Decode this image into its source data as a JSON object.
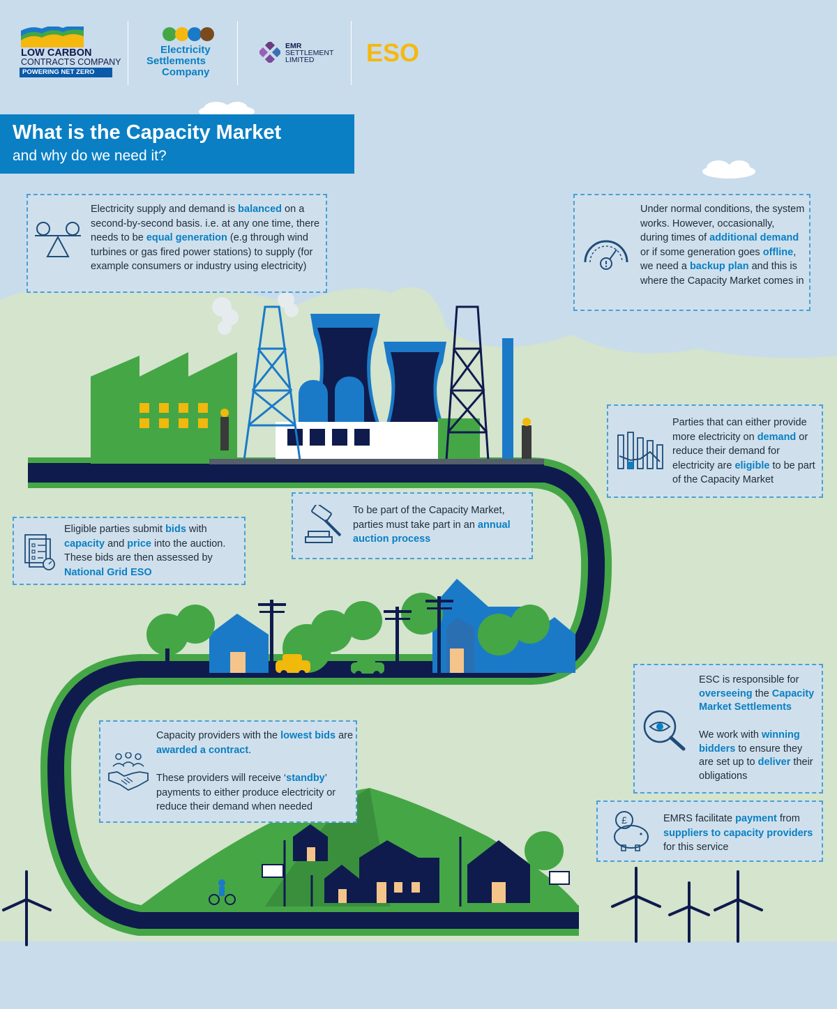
{
  "logos": {
    "lccc_line1": "LOW CARBON",
    "lccc_line2": "CONTRACTS COMPANY",
    "lccc_tagline": "POWERING NET ZERO",
    "esc_line1": "Electricity",
    "esc_line2": "Settlements",
    "esc_line3": "Company",
    "emr_line1": "EMR",
    "emr_line2": "SETTLEMENT",
    "emr_line3": "LIMITED",
    "eso": "ESO"
  },
  "title": {
    "main": "What is the Capacity Market",
    "sub": "and why do we need it?"
  },
  "cards": {
    "balance": {
      "t1": "Electricity supply and demand is ",
      "h1": "balanced",
      "t2": " on a second-by-second basis. i.e. at any one time, there needs to be ",
      "h2": "equal generation",
      "t3": " (e.g through wind turbines or gas fired power stations) to supply (for example consumers or industry using electricity)"
    },
    "normal": {
      "t1": "Under normal conditions, the system works. However, occasionally, during times of ",
      "h1": "additional demand",
      "t2": " or if some generation goes ",
      "h2": "offline",
      "t3": ", we need a ",
      "h3": "backup plan",
      "t4": " and this is where the Capacity Market comes in"
    },
    "parties": {
      "t1": "Parties that can either provide more electricity on ",
      "h1": "demand",
      "t2": " or reduce their demand for electricity are ",
      "h2": "eligible",
      "t3": " to be part of the Capacity Market"
    },
    "auction": {
      "t1": "To be part of the Capacity Market, parties must take part in an ",
      "h1": "annual auction process"
    },
    "bids": {
      "t1": "Eligible parties submit ",
      "h1": "bids",
      "t2": " with ",
      "h2": "capacity",
      "t3": " and ",
      "h3": "price",
      "t4": " into the auction. These bids are then assessed by ",
      "h4": "National Grid ESO"
    },
    "esc": {
      "t1": "ESC is responsible for ",
      "h1": "overseeing",
      "t2": " the ",
      "h2": "Capacity Market Settlements",
      "t3": "We work with ",
      "h3": "winning bidders",
      "t4": " to ensure they are set up to ",
      "h4": "deliver",
      "t5": " their obligations"
    },
    "providers": {
      "t1": "Capacity providers with the ",
      "h1": "lowest bids",
      "t2": " are ",
      "h2": "awarded a contract",
      "t3": ".",
      "t4": "These providers will receive ‘",
      "h3": "standby",
      "t5": "’ payments to either produce electricity or reduce their demand when needed"
    },
    "emrs": {
      "t1": "EMRS facilitate ",
      "h1": "payment",
      "t2": " from ",
      "h2": "suppliers to capacity providers",
      "t3": " for this service"
    }
  },
  "icons": [
    "balance-scale-icon",
    "gauge-icon",
    "bar-chart-icon",
    "gavel-icon",
    "checklist-icon",
    "magnifier-eye-icon",
    "handshake-icon",
    "piggy-bank-icon"
  ],
  "colors": {
    "sky": "#c9dceb",
    "hills": "#d5e5cf",
    "road": "#0f1b4d",
    "road_edge": "#3fa34d",
    "accent_blue": "#0a7fc4",
    "eso_yellow": "#f5b80f",
    "green": "#45a646"
  }
}
